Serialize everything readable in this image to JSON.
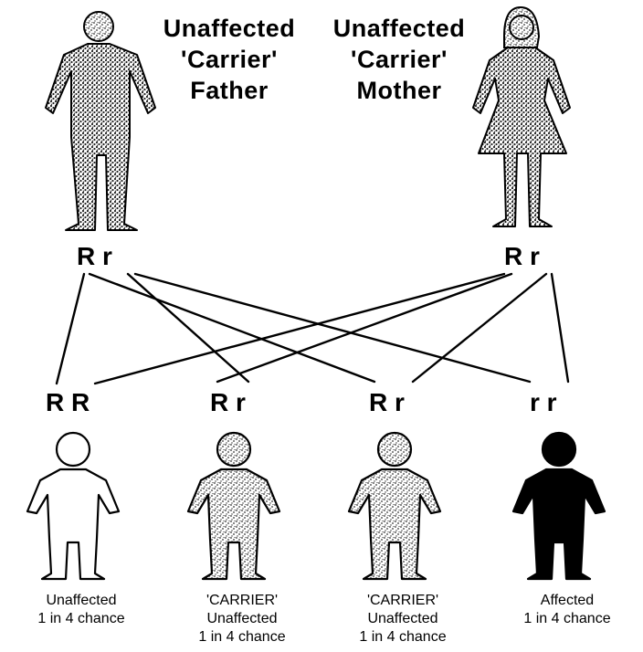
{
  "parents": {
    "father": {
      "line1": "Unaffected",
      "line2": "'Carrier'",
      "line3": "Father",
      "alleles": "R r"
    },
    "mother": {
      "line1": "Unaffected",
      "line2": "'Carrier'",
      "line3": "Mother",
      "alleles": "R r"
    }
  },
  "children": [
    {
      "alleles": "R R",
      "figure": "unaffected",
      "line1": "Unaffected",
      "line2": "1 in 4 chance",
      "line3": ""
    },
    {
      "alleles": "R r",
      "figure": "carrier",
      "line1": "'CARRIER'",
      "line2": "Unaffected",
      "line3": "1 in 4 chance"
    },
    {
      "alleles": "R r",
      "figure": "carrier",
      "line1": "'CARRIER'",
      "line2": "Unaffected",
      "line3": "1 in 4 chance"
    },
    {
      "alleles": "r r",
      "figure": "affected",
      "line1": "Affected",
      "line2": "1 in 4 chance",
      "line3": ""
    }
  ],
  "colors": {
    "ink": "#000000",
    "background": "#ffffff",
    "stipple": "#555555"
  }
}
